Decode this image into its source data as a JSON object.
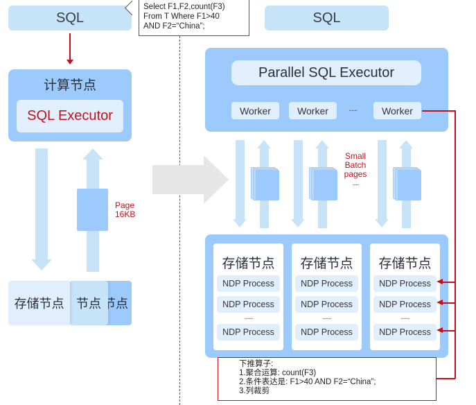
{
  "left": {
    "sql_label": "SQL",
    "compute_node": {
      "title": "计算节点",
      "executor_label": "SQL Executor"
    },
    "page_label_line1": "Page",
    "page_label_line2": "16KB",
    "storage_tabs": [
      "存储节点",
      "节点",
      "节点"
    ]
  },
  "sql_bubble": {
    "lines": [
      "Select F1,F2,count(F3)",
      "From T Where F1>40",
      "AND F2=“China”;"
    ]
  },
  "right": {
    "sql_label": "SQL",
    "executor": {
      "title": "Parallel SQL Executor",
      "workers": [
        "Worker",
        "Worker",
        "......",
        "Worker"
      ]
    },
    "batch_label": {
      "line1": "Small",
      "line2": "Batch",
      "line3": "pages",
      "line4": "......"
    },
    "storage_nodes": [
      {
        "title": "存储节点",
        "processes": [
          "NDP Process",
          "NDP Process",
          "......",
          "NDP Process"
        ]
      },
      {
        "title": "存储节点",
        "processes": [
          "NDP Process",
          "NDP Process",
          "......",
          "NDP Process"
        ]
      },
      {
        "title": "存储节点",
        "processes": [
          "NDP Process",
          "NDP Process",
          "......",
          "NDP Process"
        ]
      }
    ],
    "pushdown_note": {
      "title": "下推算子:",
      "items": [
        "1.聚合运算: count(F3)",
        "2.条件表达是:  F1>40 AND F2=“China”;",
        "3.列裁剪"
      ]
    }
  },
  "colors": {
    "accent_red": "#c4101c",
    "panel_blue": "#9dcafc",
    "light_blue": "#c7e3f8",
    "inner_blue": "#e1effd",
    "arrow_gray": "#e6e6e6"
  }
}
